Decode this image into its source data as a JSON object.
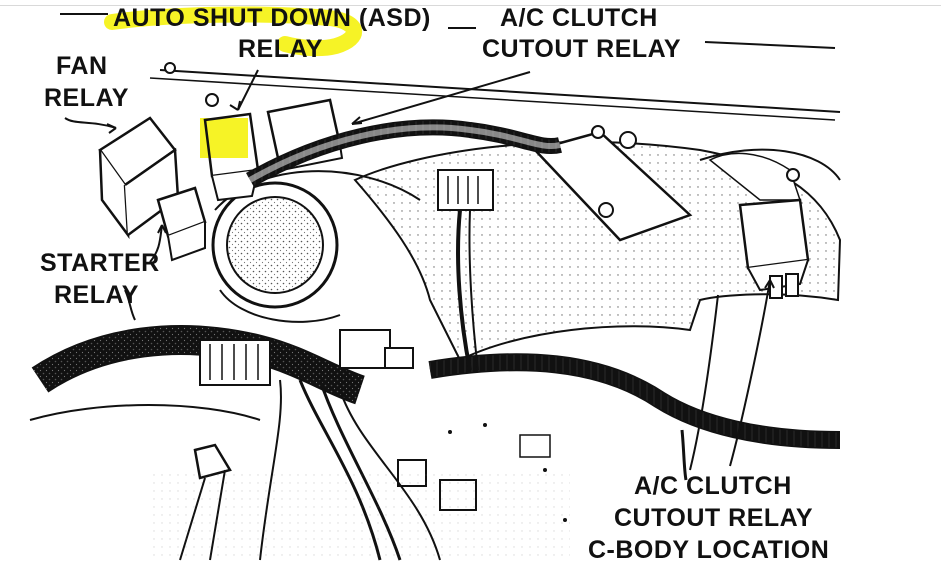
{
  "labels": {
    "asd_line1": "AUTO SHUT DOWN (ASD)",
    "asd_line2": "RELAY",
    "ac_top_line1": "A/C CLUTCH",
    "ac_top_line2": "CUTOUT RELAY",
    "fan_line1": "FAN",
    "fan_line2": "RELAY",
    "starter_line1": "STARTER",
    "starter_line2": "RELAY",
    "ac_bottom_line1": "A/C CLUTCH",
    "ac_bottom_line2": "CUTOUT RELAY",
    "ac_bottom_line3": "C-BODY LOCATION"
  },
  "colors": {
    "highlight": "#f5f21a",
    "ink": "#111111"
  }
}
